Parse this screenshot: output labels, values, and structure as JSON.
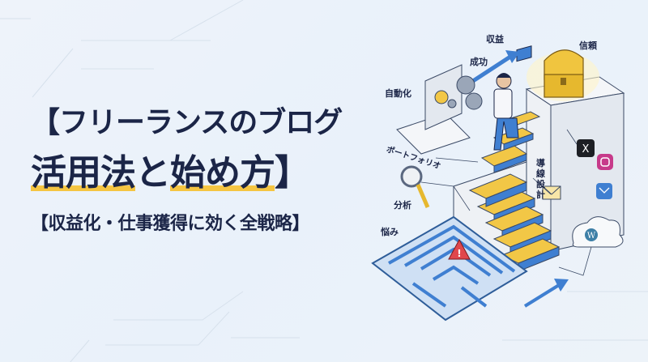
{
  "headline": {
    "line1": "【フリーランスのブログ",
    "line2_part1": "活用法",
    "line2_part2": "と",
    "line2_part3": "始め方",
    "line2_part4": "】",
    "subtitle": "【収益化・仕事獲得に効く全戦略】"
  },
  "illustration": {
    "labels": {
      "revenue": "収益",
      "trust": "信頼",
      "success": "成功",
      "automation": "自動化",
      "portfolio": "ポートフォリオ",
      "funnel_design": "導線\n設計",
      "analysis": "分析",
      "worries": "悩み"
    },
    "icons": [
      "x-social-icon",
      "instagram-icon",
      "mail-icon",
      "wordpress-cloud-icon",
      "treasure-chest-icon",
      "laptop-gears-icon",
      "magnifier-icon",
      "maze-icon",
      "warning-icon"
    ]
  },
  "colors": {
    "text": "#1b2547",
    "highlight": "#f5c542",
    "accent_blue": "#3f7fd1",
    "step_yellow": "#f2c746"
  }
}
